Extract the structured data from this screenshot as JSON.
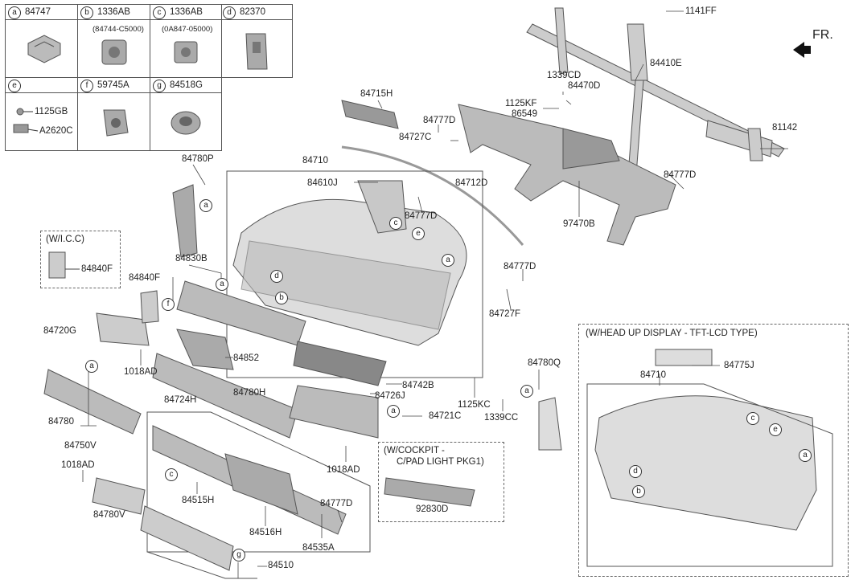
{
  "legend": {
    "cells": [
      {
        "letter": "a",
        "code": "84747",
        "sub": ""
      },
      {
        "letter": "b",
        "code": "1336AB",
        "sub": "(84744-C5000)"
      },
      {
        "letter": "c",
        "code": "1336AB",
        "sub": "(0A847-05000)"
      },
      {
        "letter": "d",
        "code": "82370",
        "sub": ""
      },
      {
        "letter": "e",
        "code": "",
        "sub": "",
        "parts": [
          "1125GB",
          "A2620C"
        ]
      },
      {
        "letter": "f",
        "code": "59745A",
        "sub": ""
      },
      {
        "letter": "g",
        "code": "84518G",
        "sub": ""
      }
    ]
  },
  "direction": "FR.",
  "boxes": {
    "icc": {
      "title": "(W/I.C.C)",
      "part": "84840F"
    },
    "cockpit": {
      "title1": "(W/COCKPIT -",
      "title2": "C/PAD LIGHT PKG1)",
      "part": "92830D"
    },
    "hud": {
      "title": "(W/HEAD UP DISPLAY - TFT-LCD TYPE)",
      "parts": [
        "84710",
        "84775J"
      ]
    }
  },
  "labels": {
    "p1141FF": "1141FF",
    "p84410E": "84410E",
    "p1339CD": "1339CD",
    "p84470D": "84470D",
    "p1125KF": "1125KF",
    "p86549": "86549",
    "p81142": "81142",
    "p84715H": "84715H",
    "p84777D_1": "84777D",
    "p84727C": "84727C",
    "p84710": "84710",
    "p84780P": "84780P",
    "p84610J": "84610J",
    "p84712D": "84712D",
    "p84777D_2": "84777D",
    "p84777D_3": "84777D",
    "p97470B": "97470B",
    "p84777D_4": "84777D",
    "p84727F": "84727F",
    "p84830B": "84830B",
    "p84840F": "84840F",
    "p84720G": "84720G",
    "p1018AD_1": "1018AD",
    "p84852": "84852",
    "p84742B": "84742B",
    "p84780Q": "84780Q",
    "p1125KC": "1125KC",
    "p1339CC": "1339CC",
    "p84780": "84780",
    "p84750V": "84750V",
    "p84724H": "84724H",
    "p84780H": "84780H",
    "p84726J": "84726J",
    "p84721C": "84721C",
    "p1018AD_2": "1018AD",
    "p1018AD_3": "1018AD",
    "p84515H": "84515H",
    "p84780V": "84780V",
    "p84516H": "84516H",
    "p84777D_5": "84777D",
    "p84535A": "84535A",
    "p84510": "84510"
  },
  "circles": {
    "a": "a",
    "b": "b",
    "c": "c",
    "d": "d",
    "e": "e",
    "f": "f",
    "g": "g"
  }
}
